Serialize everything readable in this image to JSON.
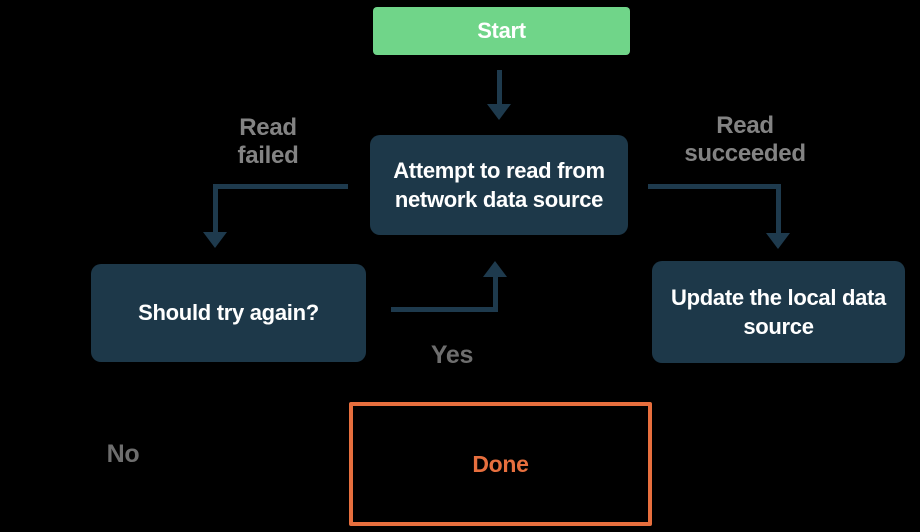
{
  "diagram": {
    "type": "flowchart",
    "nodes": {
      "start": {
        "label": "Start",
        "fill": "#70d589",
        "text_color": "#ffffff"
      },
      "attempt": {
        "label": "Attempt to read from\nnetwork data source",
        "fill": "#1d3849",
        "text_color": "#ffffff"
      },
      "should_try": {
        "label": "Should try again?",
        "fill": "#1d3849",
        "text_color": "#ffffff"
      },
      "update": {
        "label": "Update the local data\nsource",
        "fill": "#1d3849",
        "text_color": "#ffffff"
      },
      "done": {
        "label": "Done",
        "border_color": "#e76f3e",
        "text_color": "#e76f3e"
      }
    },
    "edge_labels": {
      "read_failed": "Read\nfailed",
      "read_succeeded": "Read\nsucceeded",
      "yes": "Yes",
      "no": "No"
    },
    "edges": [
      {
        "from": "start",
        "to": "attempt",
        "label": ""
      },
      {
        "from": "attempt",
        "to": "should_try",
        "label": "Read failed"
      },
      {
        "from": "attempt",
        "to": "update",
        "label": "Read succeeded"
      },
      {
        "from": "should_try",
        "to": "attempt",
        "label": "Yes"
      },
      {
        "from": "should_try",
        "to": "done",
        "label": "No"
      }
    ],
    "colors": {
      "background": "#000000",
      "arrow": "#1e3a4d",
      "edge_label_gray": "#838383",
      "decision_label_gray": "#6e6e6e"
    }
  }
}
